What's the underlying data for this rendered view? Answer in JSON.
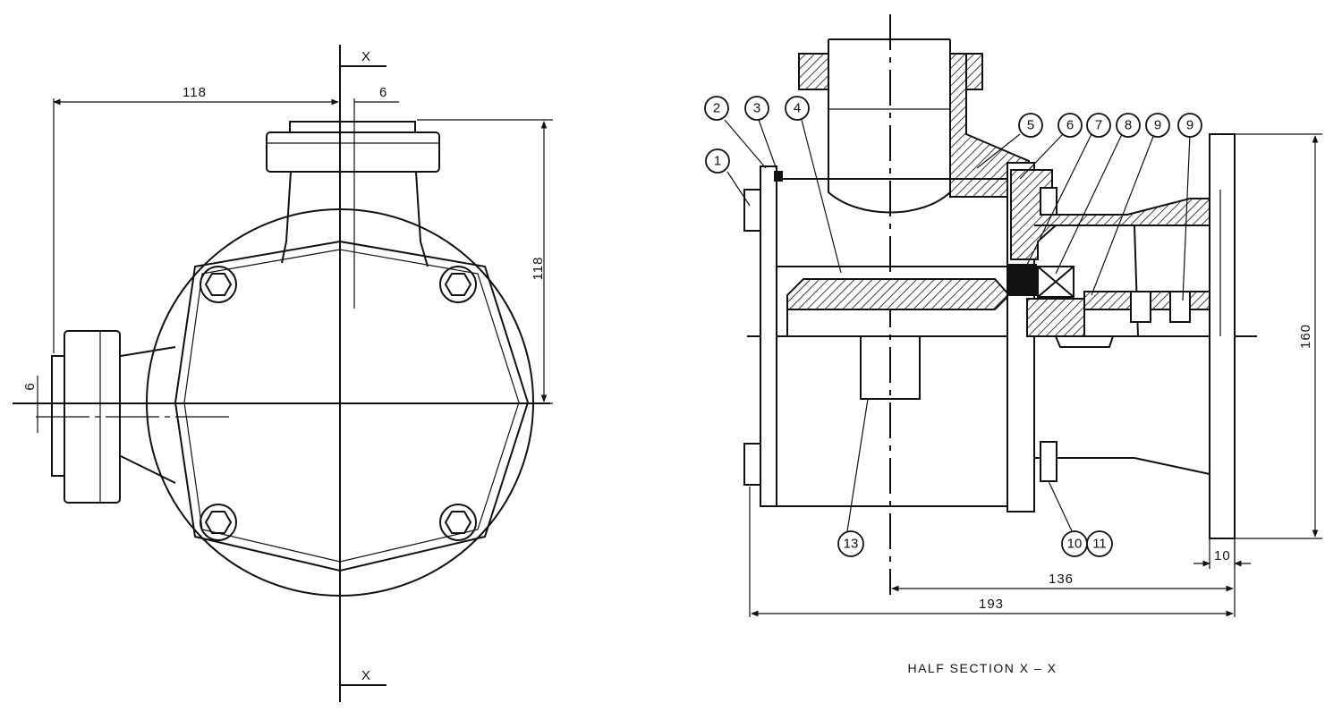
{
  "front_view": {
    "dims": {
      "width_118": "118",
      "offset_6_top": "6",
      "height_118": "118",
      "offset_6_left": "6"
    },
    "section_marks": {
      "top": "X",
      "bottom": "X"
    }
  },
  "section_view": {
    "caption": "HALF SECTION X – X",
    "dims": {
      "height_160": "160",
      "flange_10": "10",
      "length_136": "136",
      "length_193": "193"
    },
    "balloons": [
      "1",
      "2",
      "3",
      "4",
      "5",
      "6",
      "7",
      "8",
      "9",
      "9",
      "13",
      "10",
      "11"
    ]
  }
}
